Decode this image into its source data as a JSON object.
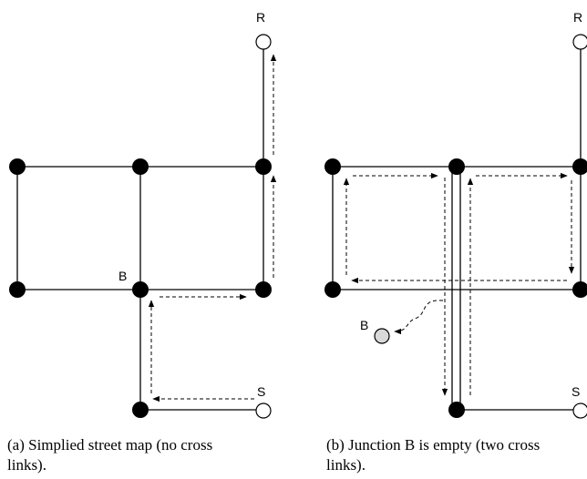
{
  "panels": [
    {
      "id": "a",
      "caption": "(a) Simplied street map (no cross links).",
      "labels": {
        "R": "R",
        "B": "B",
        "S": "S"
      }
    },
    {
      "id": "b",
      "caption": "(b) Junction B is empty (two cross links).",
      "labels": {
        "R": "R",
        "B": "B",
        "S": "S"
      }
    }
  ],
  "colors": {
    "line": "#000000",
    "junction": "#000000",
    "endpoint_fill": "#ffffff",
    "empty_junction_fill": "#d9d9d9"
  }
}
